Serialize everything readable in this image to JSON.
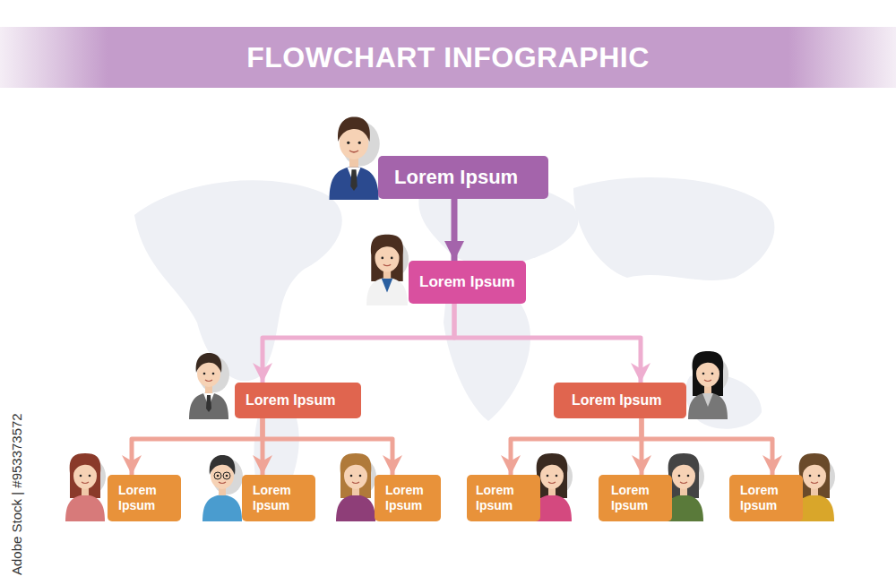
{
  "diagram": {
    "title": "FLOWCHART INFOGRAPHIC",
    "nodes": [
      {
        "text": [
          "Lorem Ipsum"
        ]
      },
      {
        "text": [
          "Lorem Ipsum"
        ]
      },
      {
        "text": [
          "Lorem Ipsum"
        ]
      },
      {
        "text": [
          "Lorem Ipsum"
        ]
      },
      {
        "text": [
          "Lorem Ipsum"
        ]
      },
      {
        "text": [
          "Lorem Ipsum"
        ]
      },
      {
        "text": [
          "Lorem Ipsum"
        ]
      },
      {
        "text": [
          "Lorem Ipsum"
        ]
      },
      {
        "text": [
          "Lorem Ipsum"
        ]
      },
      {
        "text": [
          "Lorem Ipsum"
        ]
      }
    ],
    "edges": [
      {
        "from": 0,
        "to": 1,
        "arrow": "to"
      },
      {
        "from": 1,
        "to": 2,
        "arrow": "to"
      },
      {
        "from": 1,
        "to": 3,
        "arrow": "to"
      },
      {
        "from": 2,
        "to": 4,
        "arrow": "to"
      },
      {
        "from": 2,
        "to": 5,
        "arrow": "to"
      },
      {
        "from": 2,
        "to": 6,
        "arrow": "to"
      },
      {
        "from": 3,
        "to": 7,
        "arrow": "to"
      },
      {
        "from": 3,
        "to": 8,
        "arrow": "to"
      },
      {
        "from": 3,
        "to": 9,
        "arrow": "to"
      }
    ],
    "labels": [
      "Adobe Stock | #953373572"
    ]
  }
}
